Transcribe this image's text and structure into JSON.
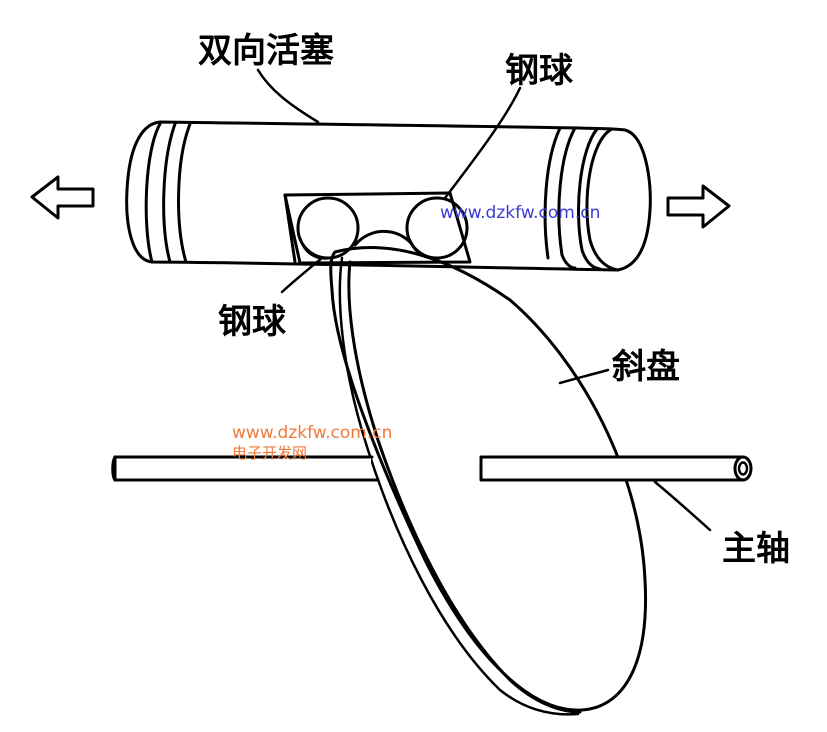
{
  "labels": {
    "piston": "双向活塞",
    "ball_top": "钢球",
    "ball_left": "钢球",
    "swash_plate": "斜盘",
    "main_shaft": "主轴"
  },
  "watermarks": {
    "url_blue": "www.dzkfw.com.cn",
    "url_orange": "www.dzkfw.com.cn",
    "site_name": "电子开发网"
  },
  "colors": {
    "line": "#000000",
    "background": "#ffffff",
    "watermark_blue": "#3a3ad6",
    "watermark_orange": "#f07a3a"
  }
}
